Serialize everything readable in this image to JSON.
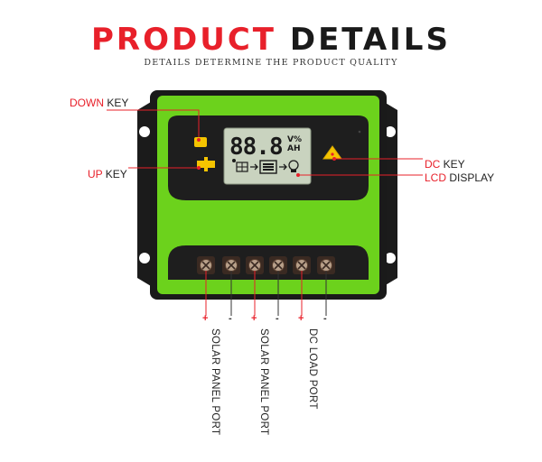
{
  "header": {
    "title_word1": "PRODUCT",
    "title_word2": "DETAILS",
    "subtitle": "DETAILS DETERMINE THE PRODUCT QUALITY"
  },
  "callouts": {
    "down_key": {
      "red": "DOWN",
      "rest": " KEY"
    },
    "up_key": {
      "red": "UP",
      "rest": " KEY"
    },
    "dc_key": {
      "red": "DC",
      "rest": " KEY"
    },
    "lcd_display": {
      "red": "LCD",
      "rest": " DISPLAY"
    }
  },
  "lcd": {
    "digits": "88.8",
    "unit_top": "V%",
    "unit_bottom": "AH"
  },
  "ports": {
    "signs": [
      "+",
      "-",
      "+",
      "-",
      "+",
      "-"
    ],
    "labels": [
      "SOLAR PANEL PORT",
      "SOLAR PANEL PORT",
      "DC LOAD PORT"
    ]
  },
  "colors": {
    "accent_red": "#e8202a",
    "device_green": "#6cd21c",
    "device_dark": "#1e1e1e",
    "lcd_bg": "#c9d3bf",
    "key_yellow": "#f5c400"
  }
}
